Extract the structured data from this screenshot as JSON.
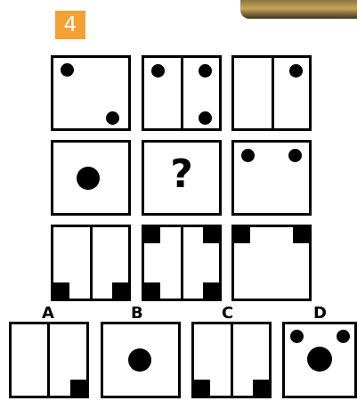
{
  "puzzle": {
    "number_badge": "4",
    "question_mark": "?"
  },
  "options": [
    {
      "label": "A"
    },
    {
      "label": "B"
    },
    {
      "label": "C"
    },
    {
      "label": "D"
    }
  ],
  "colors": {
    "badge": "#f4a133",
    "figure": "#000000",
    "background": "#ffffff"
  }
}
